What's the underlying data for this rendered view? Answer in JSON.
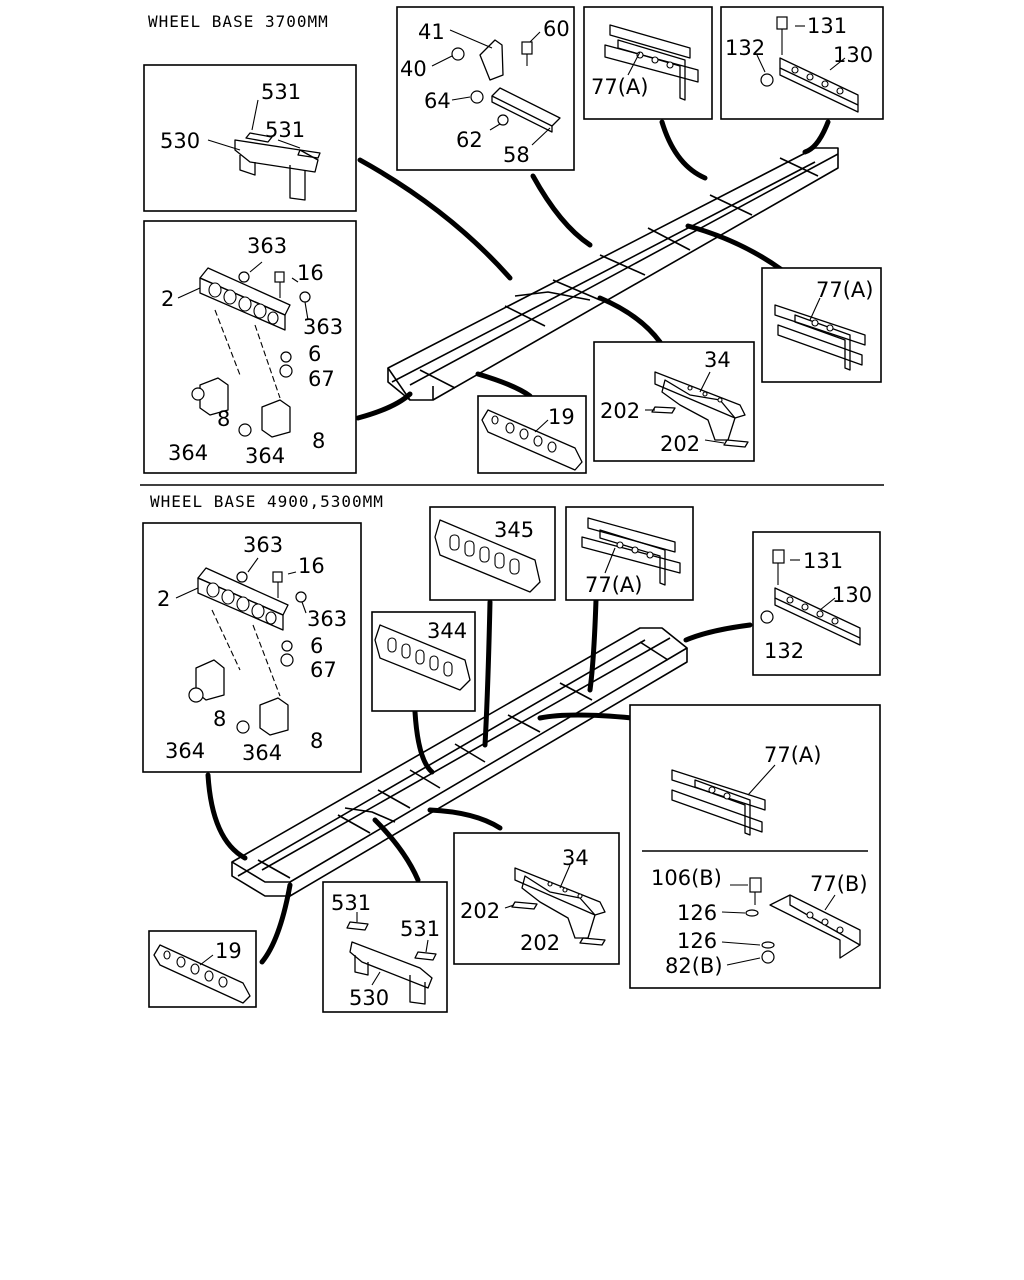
{
  "sections": {
    "top": {
      "title": "WHEEL BASE 3700MM"
    },
    "bottom": {
      "title": "WHEEL BASE 4900,5300MM"
    }
  },
  "labels": {
    "t_531a": "531",
    "t_531b": "531",
    "t_530": "530",
    "t_41": "41",
    "t_60": "60",
    "t_40": "40",
    "t_64": "64",
    "t_62": "62",
    "t_58": "58",
    "t_77a": "77(A)",
    "t_131": "131",
    "t_132": "132",
    "t_130": "130",
    "t_363a": "363",
    "t_16": "16",
    "t_2": "2",
    "t_363b": "363",
    "t_6": "6",
    "t_67": "67",
    "t_8a": "8",
    "t_8b": "8",
    "t_364a": "364",
    "t_364b": "364",
    "t_77a_r": "77(A)",
    "t_34": "34",
    "t_202a": "202",
    "t_202b": "202",
    "t_19": "19",
    "b_363a": "363",
    "b_16": "16",
    "b_2": "2",
    "b_363b": "363",
    "b_6": "6",
    "b_67": "67",
    "b_8a": "8",
    "b_8b": "8",
    "b_364a": "364",
    "b_364b": "364",
    "b_345": "345",
    "b_344": "344",
    "b_77a": "77(A)",
    "b_131": "131",
    "b_130": "130",
    "b_132": "132",
    "b_77a_big": "77(A)",
    "b_106b": "106(B)",
    "b_77b": "77(B)",
    "b_126a": "126",
    "b_126b": "126",
    "b_82b": "82(B)",
    "b_34": "34",
    "b_202a": "202",
    "b_202b": "202",
    "b_531a": "531",
    "b_531b": "531",
    "b_530": "530",
    "b_19": "19"
  }
}
